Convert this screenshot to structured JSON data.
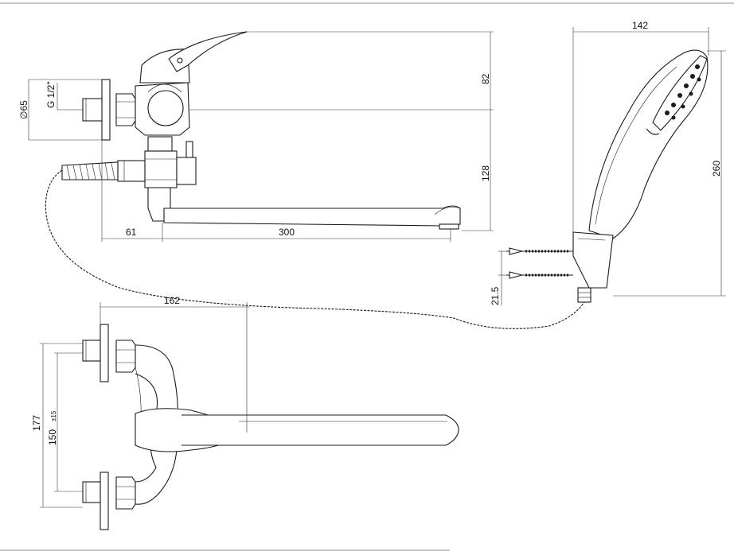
{
  "dimensions": {
    "diameter_65": "∅65",
    "thread": "G 1/2\"",
    "height_82": "82",
    "height_128": "128",
    "offset_61": "61",
    "spout_300": "300",
    "head_142": "142",
    "head_260": "260",
    "bracket_21_5": "21.5",
    "depth_162": "162",
    "height_177": "177",
    "centers_150": "150",
    "tolerance": "±15"
  }
}
